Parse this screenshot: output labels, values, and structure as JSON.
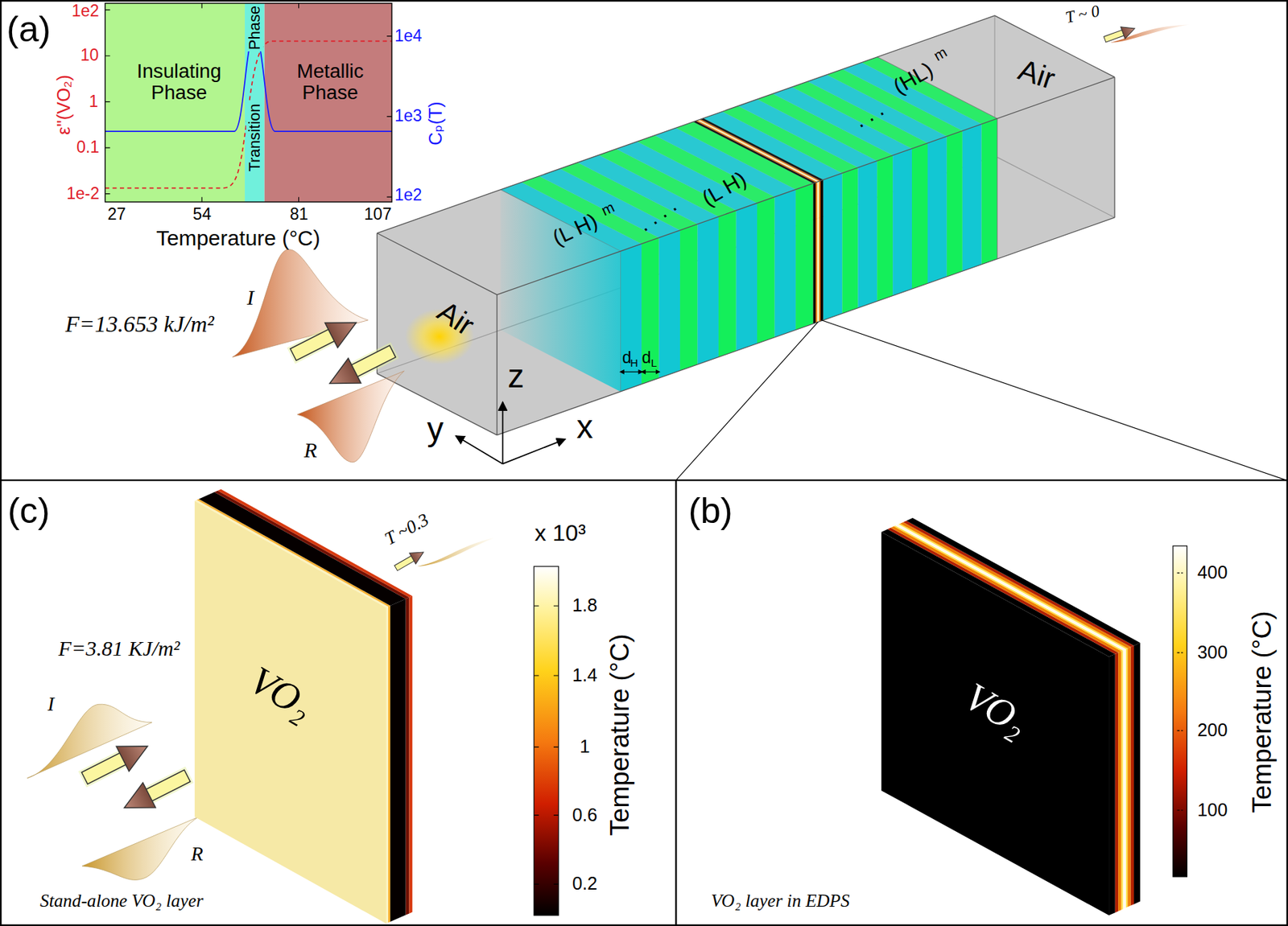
{
  "diagram": {
    "labels": [
      "(a)",
      "Insulating Phase",
      "Phase",
      "Transition",
      "Metallic Phase",
      "1e2",
      "10",
      "1",
      "0.1",
      "1e-2",
      "1e4",
      "1e3",
      "1e2",
      "27",
      "54",
      "81",
      "107",
      "Temperature (°C)",
      "ε''(VO₂)",
      "Cₚ(T)",
      "Air",
      "Air",
      "(L H)",
      "m",
      ". . . .",
      "(L H)",
      ". . .",
      "(HL)",
      "m",
      "T ~ 0",
      "F=13.653 kJ/m²",
      "I",
      "R",
      "d",
      "H",
      "d",
      "L",
      "z",
      "y",
      "x",
      "(c)",
      "F=3.81 KJ/m²",
      "I",
      "R",
      "T ~0.3",
      "VO₂",
      "x 10³",
      "1.8",
      "1.4",
      "1",
      "0.6",
      "0.2",
      "Temperature (°C)",
      "Stand-alone VO₂ layer",
      "(b)",
      "VO₂",
      "400",
      "300",
      "200",
      "100",
      "Temperature (°C)",
      "VO₂ layer in EDPS"
    ]
  }
}
